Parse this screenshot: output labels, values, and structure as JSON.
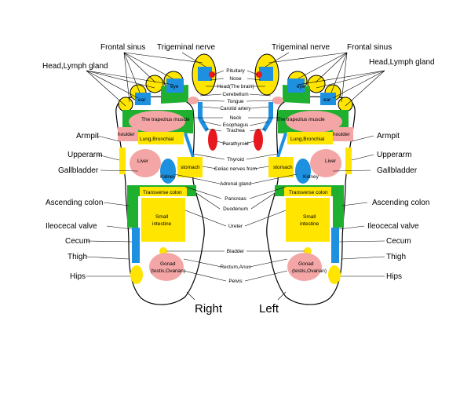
{
  "feet": {
    "right": "Right",
    "left": "Left"
  },
  "outer_labels": {
    "frontal_sinus": "Frontal sinus",
    "trigeminal_nerve": "Trigeminal nerve",
    "head_lymph_gland": "Head,Lymph gland",
    "armpit": "Armpit",
    "upperarm": "Upperarm",
    "gallbladder": "Gallbladder",
    "ascending_colon": "Ascending colon",
    "ileocecal_valve": "Ileocecal valve",
    "cecum": "Cecum",
    "thigh": "Thigh",
    "hips": "Hips"
  },
  "center_labels": {
    "pituitary": "Pituitary",
    "nose": "Nose",
    "head_brain": "Head(The brain)",
    "cerebellum": "Cerebellum",
    "tongue": "Tongue",
    "carotid_artery": "Carotid artery",
    "neck": "Neck",
    "esophagus": "Esophagus",
    "trachea": "Trachea",
    "parathyroid": "Parathyroid",
    "thyroid": "Thyroid",
    "celiac": "Celiac nerves from",
    "adrenal": "Adrenal gland",
    "pancreas": "Pancreas",
    "duodenum": "Duodenum",
    "ureter": "Ureter",
    "bladder": "Bladder",
    "rectum": "Rectum,Anus",
    "pelvis": "Pelvis"
  },
  "inner_labels": {
    "eye": "eye",
    "ear": "ear",
    "trapezius": "The trapezius muscle",
    "shoulder": "houlder",
    "lung": "Lung,Bronchial",
    "liver": "Liver",
    "stomach": "stomach",
    "kidney": "Kidney",
    "transverse": "Transverse colon",
    "small_intestine_1": "Small",
    "small_intestine_2": "intestine",
    "gonad_1": "Gonad",
    "gonad_2": "(testis,Ovarian)"
  },
  "colors": {
    "yellow": "#FFE500",
    "green": "#20B030",
    "blue": "#1E90E0",
    "red": "#E8191E",
    "pink": "#F4A6A6",
    "outline": "#000000"
  }
}
